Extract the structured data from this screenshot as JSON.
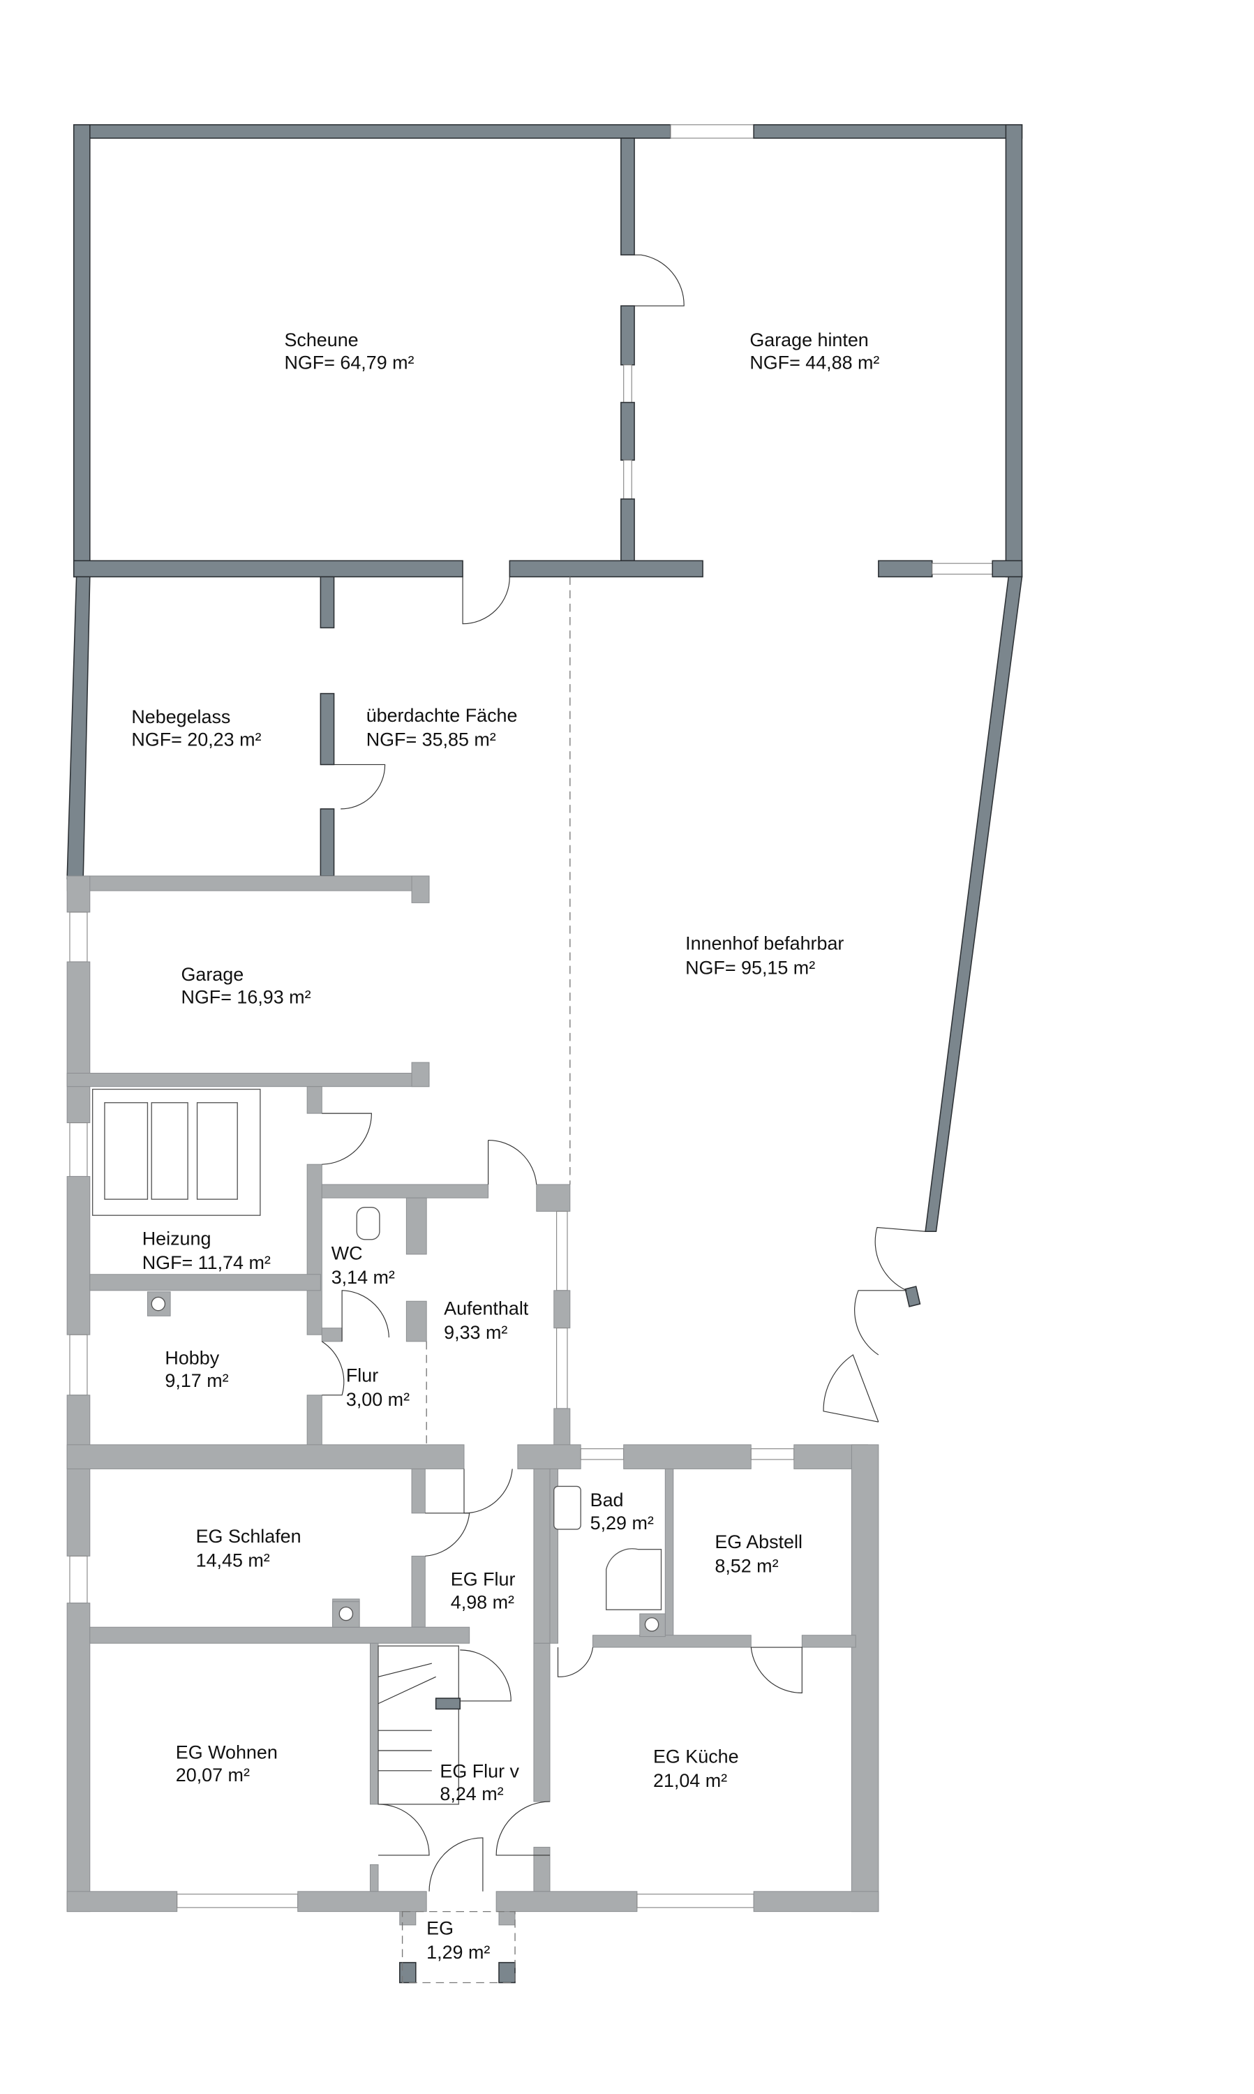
{
  "rooms": {
    "scheune": {
      "name": "Scheune",
      "area": "NGF= 64,79 m²"
    },
    "garage_hinten": {
      "name": "Garage hinten",
      "area": "NGF= 44,88 m²"
    },
    "nebegelass": {
      "name": "Nebegelass",
      "area": "NGF= 20,23 m²"
    },
    "ueberdachte": {
      "name": "überdachte Fäche",
      "area": "NGF= 35,85 m²"
    },
    "garage": {
      "name": "Garage",
      "area": "NGF= 16,93 m²"
    },
    "innenhof": {
      "name": "Innenhof befahrbar",
      "area": "NGF= 95,15 m²"
    },
    "heizung": {
      "name": "Heizung",
      "area": "NGF= 11,74 m²"
    },
    "wc": {
      "name": "WC",
      "area": "3,14 m²"
    },
    "aufenthalt": {
      "name": "Aufenthalt",
      "area": "9,33 m²"
    },
    "hobby": {
      "name": "Hobby",
      "area": "9,17 m²"
    },
    "flur": {
      "name": "Flur",
      "area": "3,00 m²"
    },
    "bad": {
      "name": "Bad",
      "area": "5,29 m²"
    },
    "eg_abstell": {
      "name": "EG Abstell",
      "area": "8,52 m²"
    },
    "eg_schlafen": {
      "name": "EG Schlafen",
      "area": "14,45 m²"
    },
    "eg_flur": {
      "name": "EG Flur",
      "area": "4,98 m²"
    },
    "eg_wohnen": {
      "name": "EG Wohnen",
      "area": "20,07 m²"
    },
    "eg_flur_v": {
      "name": "EG Flur v",
      "area": "8,24 m²"
    },
    "eg_kueche": {
      "name": "EG Küche",
      "area": "21,04 m²"
    },
    "eg": {
      "name": "EG",
      "area": "1,29 m²"
    }
  }
}
